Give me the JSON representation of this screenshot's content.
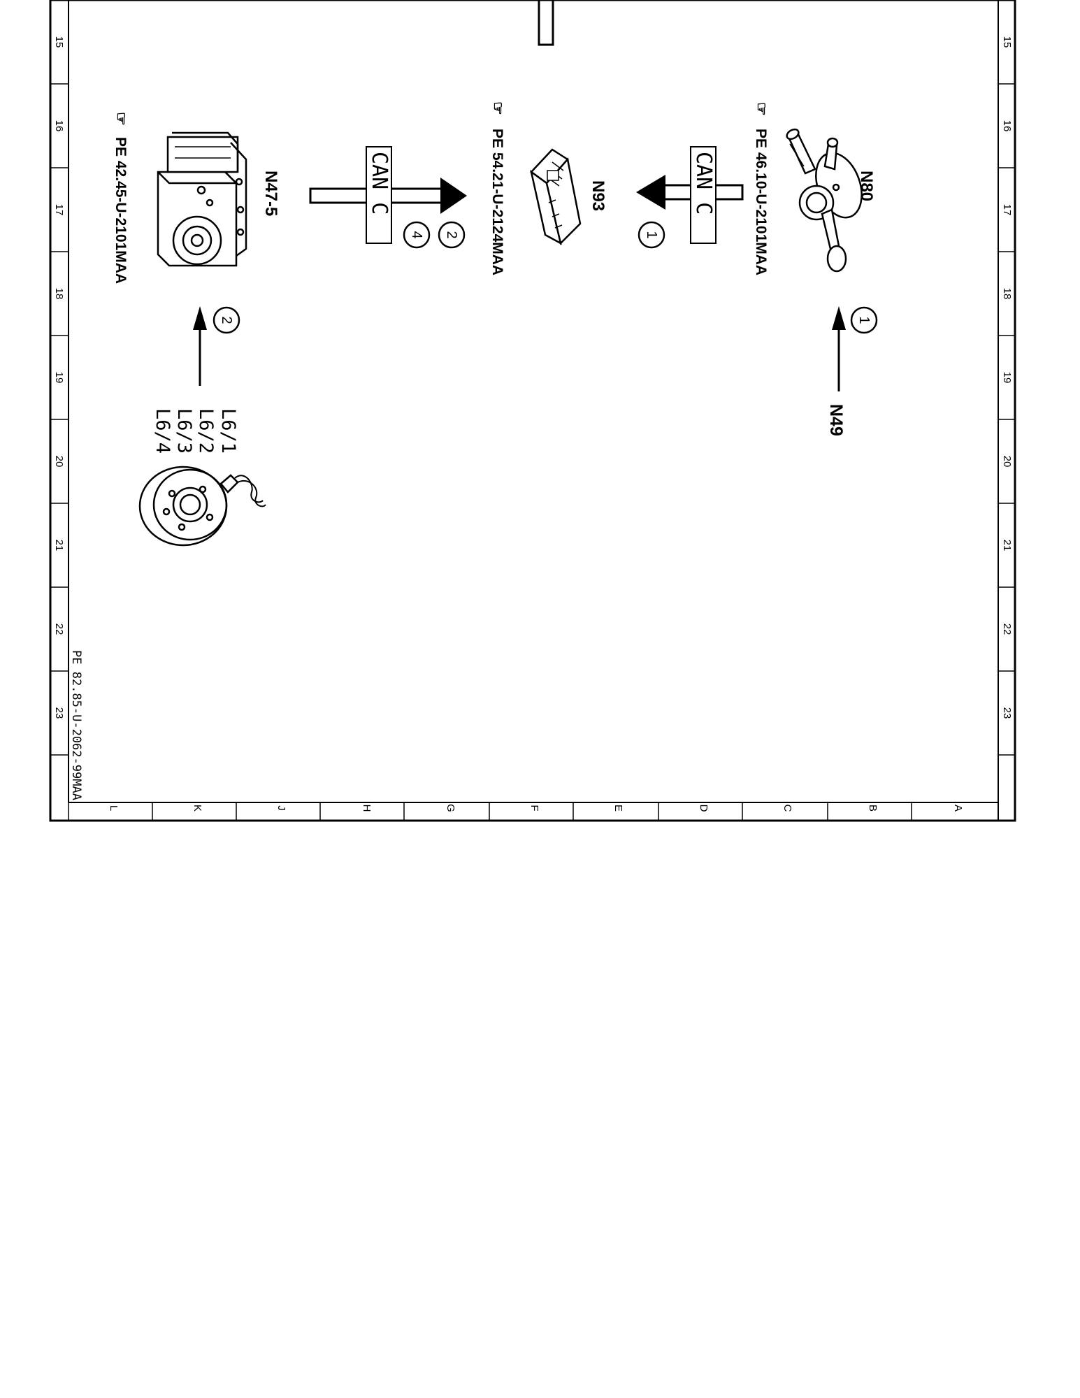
{
  "frame": {
    "row_numbers": [
      "15",
      "16",
      "17",
      "18",
      "19",
      "20",
      "21",
      "22",
      "23"
    ],
    "column_letters": [
      "L",
      "K",
      "J",
      "H",
      "G",
      "F",
      "E",
      "D",
      "C",
      "B",
      "A"
    ]
  },
  "components": {
    "n80": {
      "code": "N80",
      "ref": "PE 46.10-U-2101MAA"
    },
    "n93": {
      "code": "N93",
      "ref": "PE 54.21-U-2124MAA"
    },
    "n47": {
      "code": "N47-5",
      "ref": "PE 42.45-U-2101MAA"
    },
    "n49": {
      "code": "N49"
    },
    "l6": {
      "codes": [
        "L6/1",
        "L6/2",
        "L6/3",
        "L6/4"
      ]
    }
  },
  "buses": {
    "upper": {
      "label": "CAN C",
      "markers": [
        "1"
      ]
    },
    "lower": {
      "label": "CAN C",
      "markers": [
        "2",
        "4"
      ]
    }
  },
  "signals": {
    "n49_marker": "1",
    "l6_marker": "2"
  },
  "doc_id": "PE 82.85-U-2062-99MAA"
}
